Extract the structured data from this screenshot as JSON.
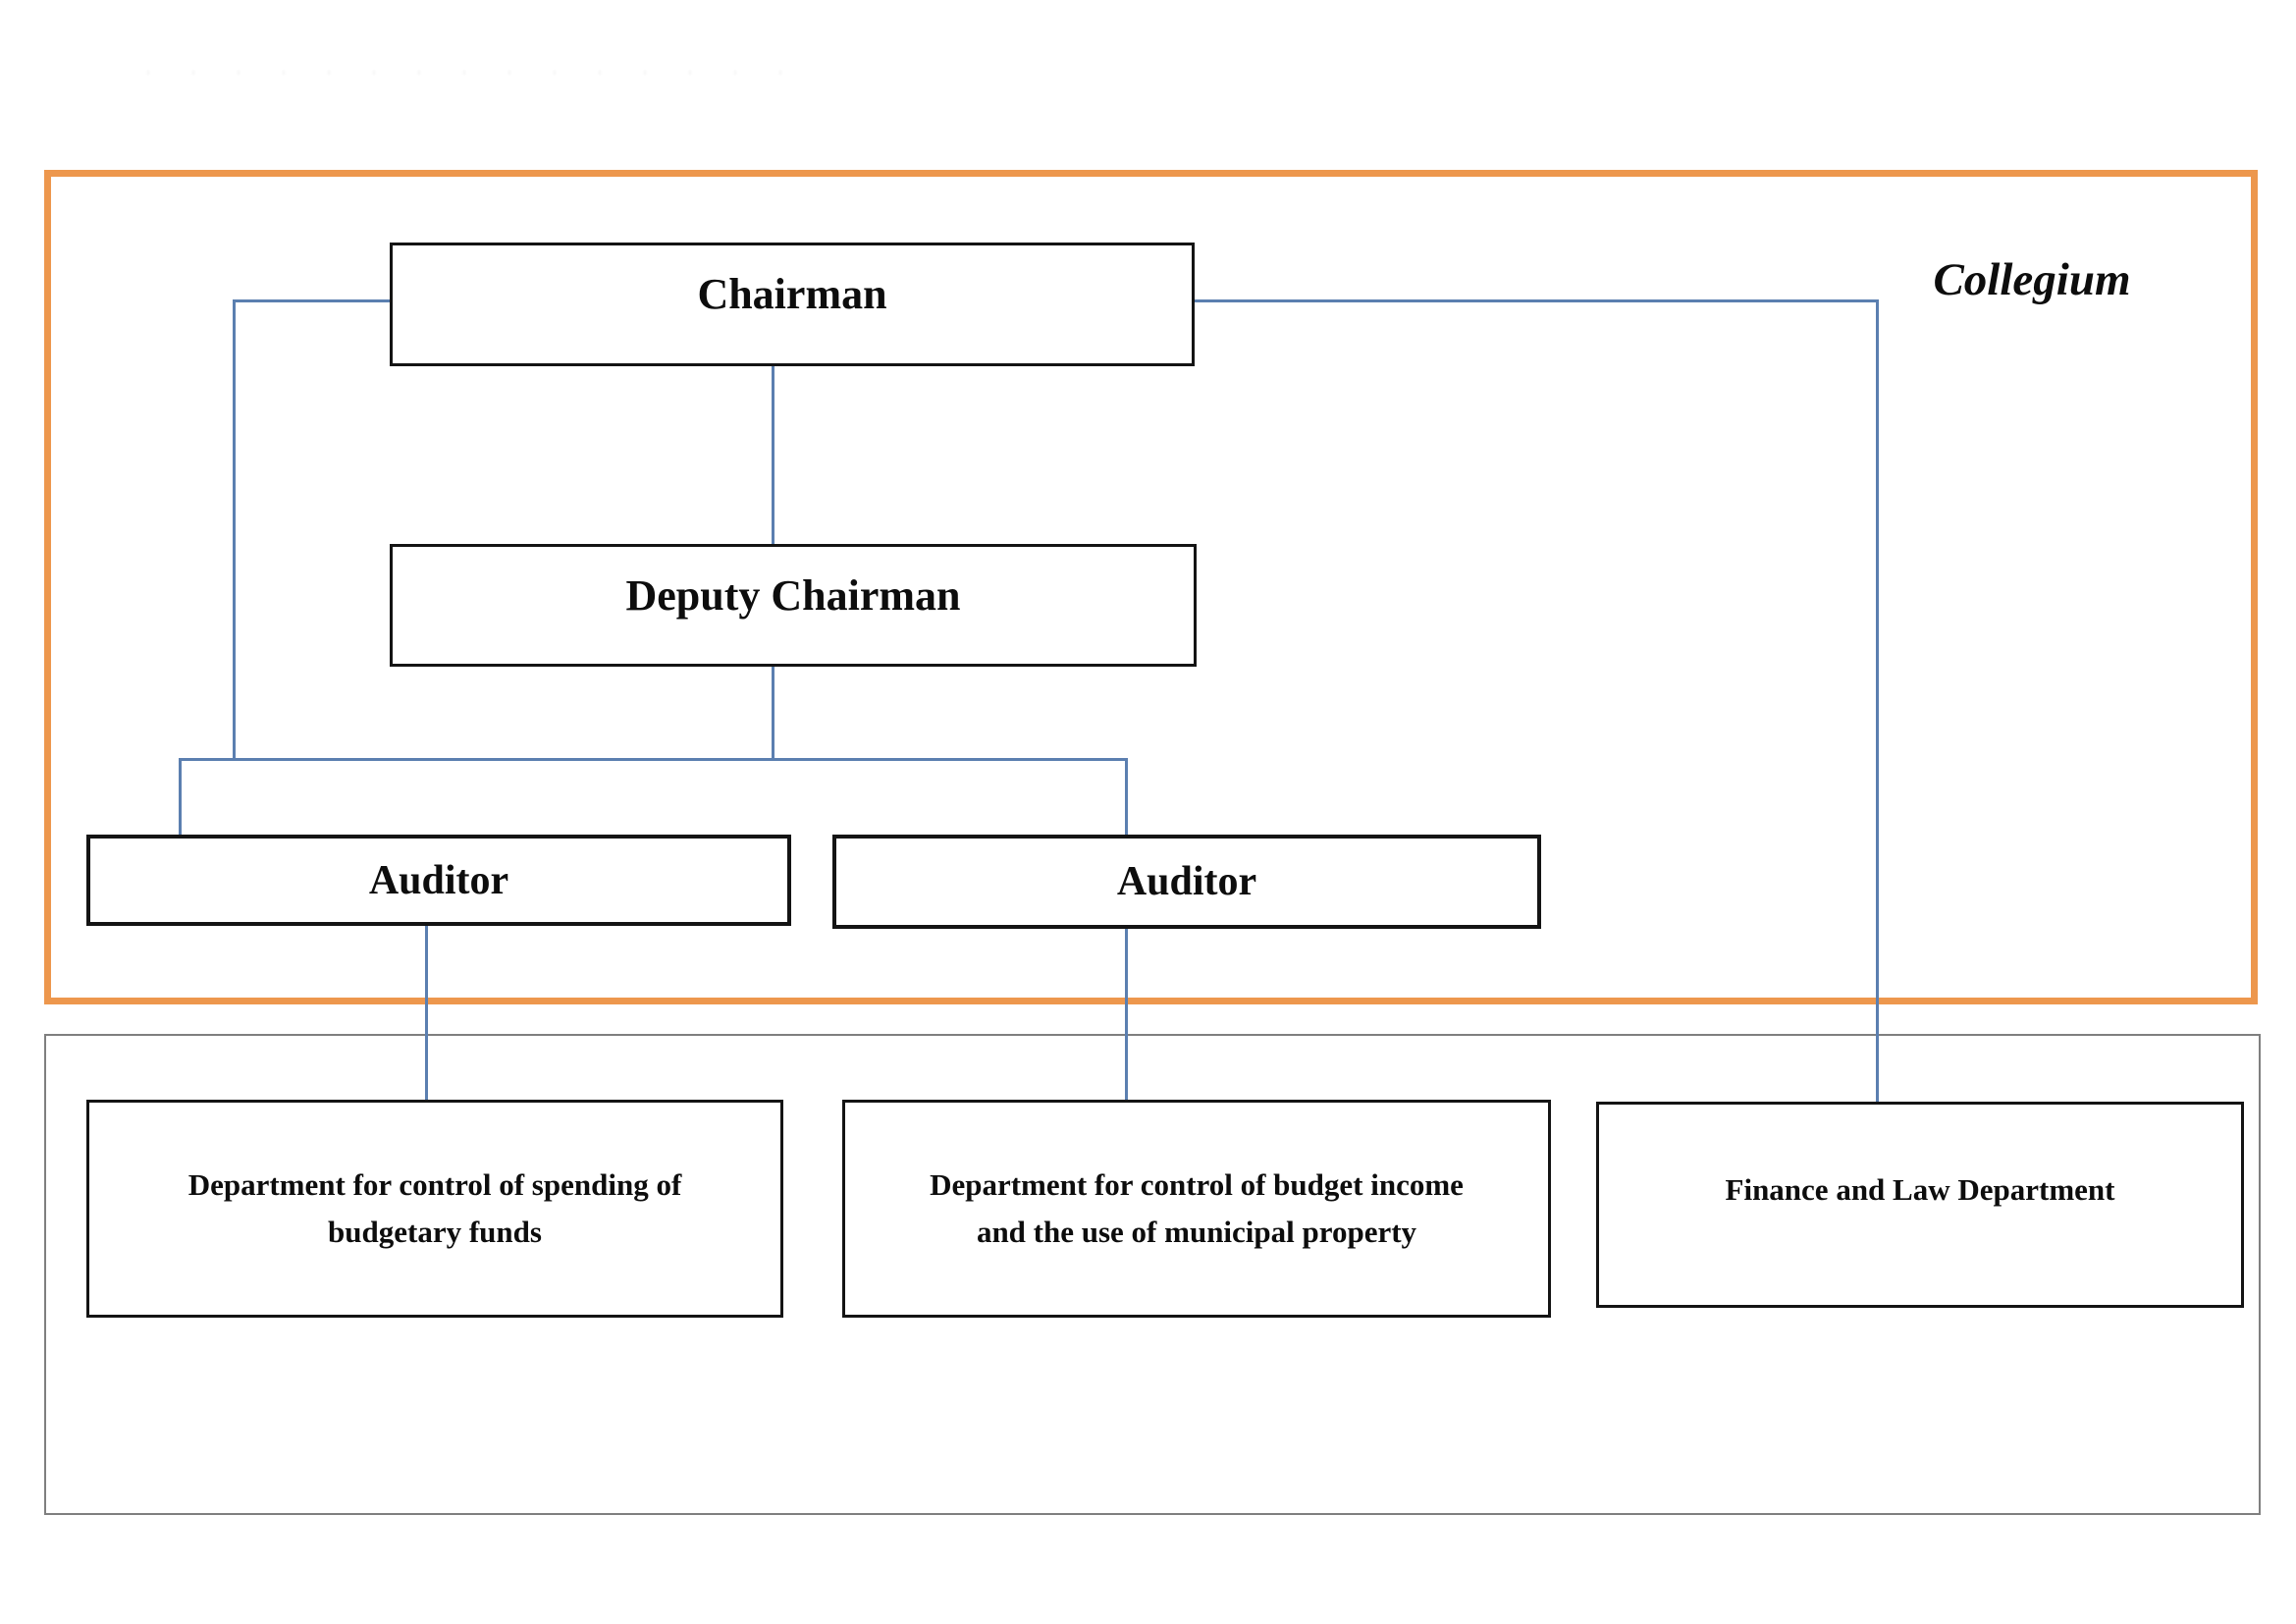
{
  "diagram": {
    "type": "org-chart",
    "collegium_label": "Collegium",
    "nodes": {
      "chairman": {
        "label": "Chairman"
      },
      "deputy_chairman": {
        "label": "Deputy Chairman"
      },
      "auditor_left": {
        "label": "Auditor"
      },
      "auditor_right": {
        "label": "Auditor"
      },
      "dept_spending": {
        "label": "Department for control of spending of budgetary funds"
      },
      "dept_income": {
        "label": "Department for control of budget income and the use of municipal property"
      },
      "dept_finance_law": {
        "label": "Finance and Law Department"
      }
    },
    "colors": {
      "collegium_border": "#ED974D",
      "connector_line": "#5B7FB0",
      "node_border": "#141414",
      "staff_container_border": "#7F7F7F",
      "text": "#0D0D0D",
      "background": "#FFFFFF"
    }
  }
}
